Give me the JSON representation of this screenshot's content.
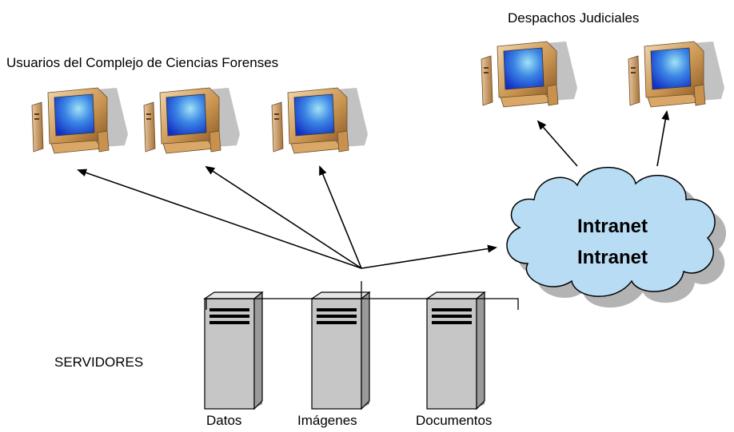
{
  "diagram": {
    "groups": {
      "users": "Usuarios del Complejo de Ciencias Forenses",
      "courts": "Despachos Judiciales",
      "servers": "SERVIDORES"
    },
    "network": {
      "label_front": "Intranet",
      "label_shadow": "Intranet"
    },
    "servers": [
      "Datos",
      "Imágenes",
      "Documentos"
    ],
    "icons": {
      "workstation": "desktop-computer-icon",
      "server": "server-tower-icon",
      "network": "cloud-icon"
    },
    "colors": {
      "screen": "#1a4fd8",
      "screen_glow": "#8fd4f0",
      "monitor_body": "#c8924e",
      "cloud_fill": "#b9dcf5",
      "shadow": "#b3b3b3",
      "server_fill": "#c6c6c6"
    }
  }
}
